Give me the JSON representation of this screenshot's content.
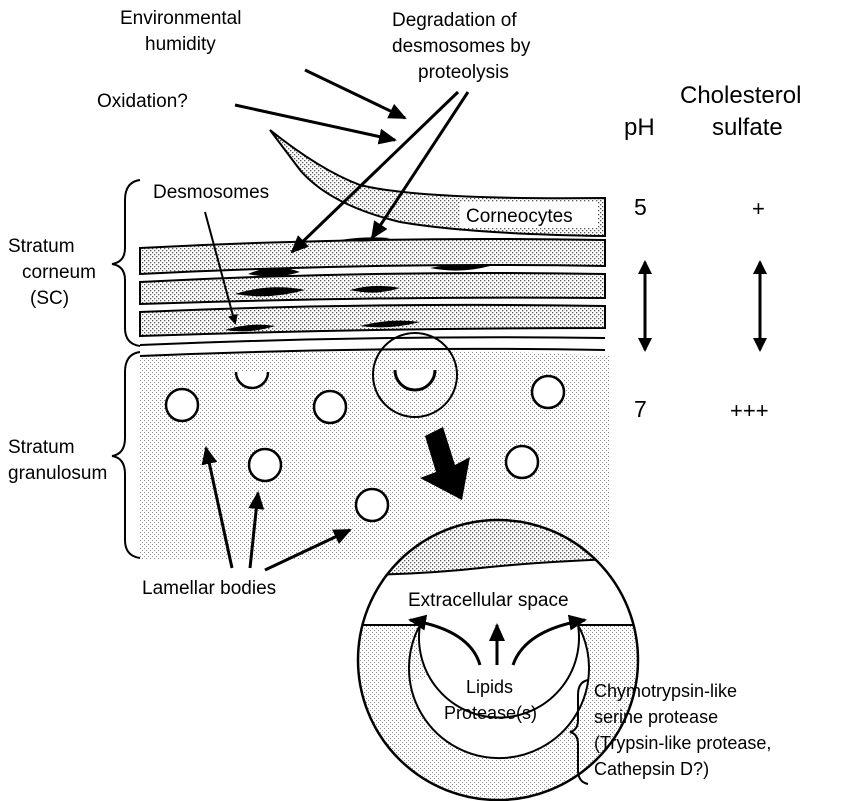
{
  "labels": {
    "environmental_humidity": [
      "Environmental",
      "humidity"
    ],
    "degradation": [
      "Degradation of",
      "desmosomes by",
      "proteolysis"
    ],
    "oxidation": "Oxidation?",
    "ph_header": "pH",
    "cholesterol_header": [
      "Cholesterol",
      "sulfate"
    ],
    "desmosomes": "Desmosomes",
    "corneocytes": "Corneocytes",
    "stratum_corneum": [
      "Stratum",
      "corneum",
      "(SC)"
    ],
    "stratum_granulosum": [
      "Stratum",
      "granulosum"
    ],
    "lamellar_bodies": "Lamellar  bodies",
    "extracellular_space": "Extracellular space",
    "lipids": "Lipids",
    "proteases": "Protease(s)",
    "protease_list": [
      "Chymotrypsin-like",
      "serine protease",
      "(Trypsin-like protease,",
      "Cathepsin D?)"
    ]
  },
  "gradient": {
    "ph_top": "5",
    "ph_bottom": "7",
    "cholesterol_top": "+",
    "cholesterol_bottom": "+++"
  },
  "colors": {
    "stipple": "#9a9a9a",
    "stipple_light": "#c8c8c8",
    "ink": "#000000"
  }
}
